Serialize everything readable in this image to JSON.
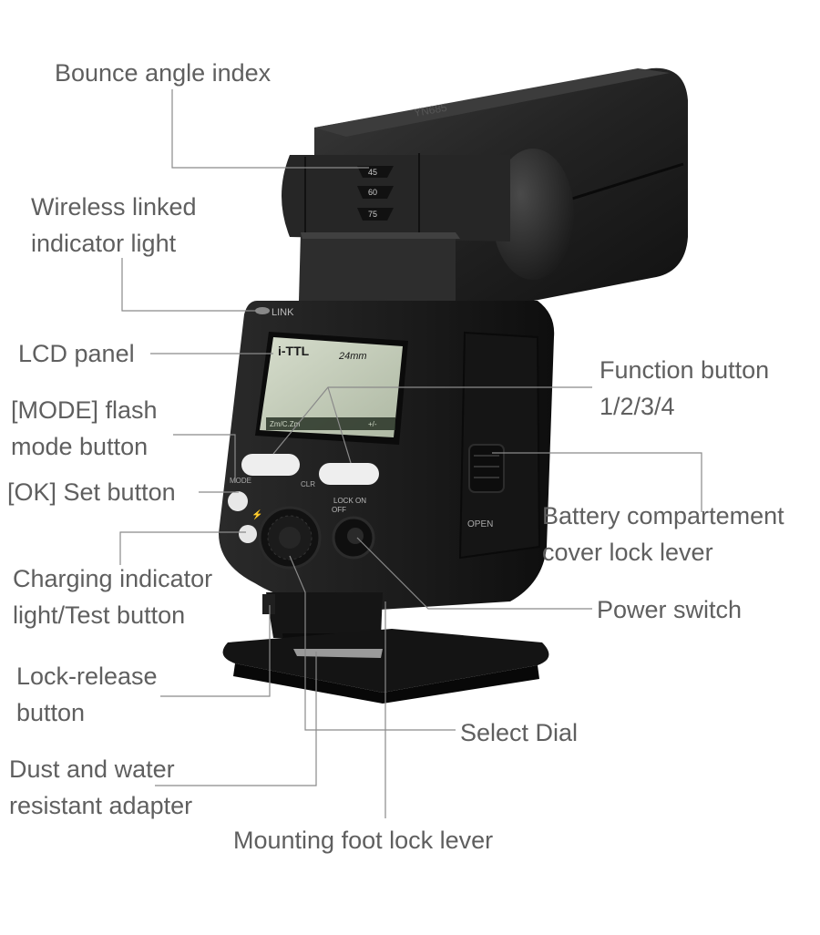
{
  "labels": {
    "bounce_angle_index": "Bounce angle index",
    "wireless_linked_indicator": [
      "Wireless linked",
      "indicator light"
    ],
    "lcd_panel": "LCD panel",
    "mode_button": [
      "[MODE] flash",
      "mode button"
    ],
    "ok_button": "[OK] Set button",
    "charging_indicator": [
      "Charging indicator",
      "light/Test button"
    ],
    "lock_release": [
      "Lock-release",
      "button"
    ],
    "dust_water_adapter": [
      "Dust and water",
      "resistant adapter"
    ],
    "mounting_foot_lock": "Mounting foot lock lever",
    "select_dial": "Select Dial",
    "power_switch": "Power switch",
    "battery_cover_lock": [
      "Battery compartement",
      "cover lock lever"
    ],
    "function_button": [
      "Function button",
      "1/2/3/4"
    ]
  },
  "device": {
    "brand": "YN685",
    "angle_marks": [
      "45",
      "60",
      "75"
    ],
    "link_text": "LINK",
    "lcd": {
      "mode": "i-TTL",
      "zoom": "24mm",
      "soft_keys": [
        "Zm/C.Zm",
        "",
        "",
        "+/-"
      ]
    },
    "button_labels": {
      "mode": "MODE",
      "clr": "CLR",
      "lock_on": "LOCK ON",
      "off": "OFF",
      "battery_open": "OPEN"
    }
  },
  "colors": {
    "label_text": "#5f5f5f",
    "leader_line": "#8a8a8a",
    "body_dark": "#1c1c1c",
    "lcd_green": "#c9d2bf"
  }
}
